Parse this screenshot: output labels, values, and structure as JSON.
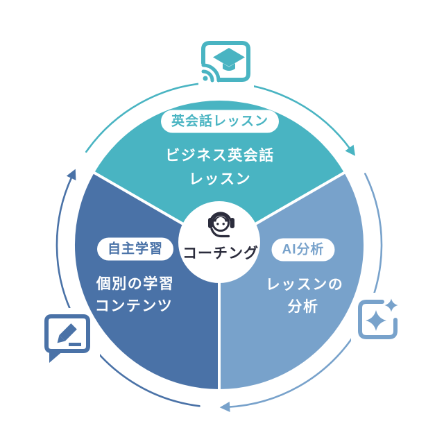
{
  "colors": {
    "teal": "#49B4C2",
    "blue-dark": "#4A72A7",
    "blue-light": "#78A2CB",
    "navy": "#2B2C3C",
    "bg": "#FFFFFF"
  },
  "center": {
    "label": "コーチング",
    "icon": "headset-icon"
  },
  "segments": [
    {
      "position": "top",
      "badge": "英会話レッスン",
      "lines": [
        "ビジネス英会話",
        "レッスン"
      ],
      "color": "#49B4C2",
      "icon": "cast-education-icon"
    },
    {
      "position": "bottom-left",
      "badge": "自主学習",
      "lines": [
        "個別の学習",
        "コンテンツ"
      ],
      "color": "#4A72A7",
      "icon": "chat-edit-icon"
    },
    {
      "position": "bottom-right",
      "badge": "AI分析",
      "lines": [
        "レッスンの",
        "分析"
      ],
      "color": "#78A2CB",
      "icon": "ai-sparkle-icon"
    }
  ],
  "cycle": {
    "direction": "clockwise",
    "arrow_count": 3
  },
  "icons": {
    "top": "cast-education-icon",
    "bottom_left": "chat-edit-icon",
    "bottom_right": "ai-sparkle-icon",
    "center": "headset-icon"
  }
}
